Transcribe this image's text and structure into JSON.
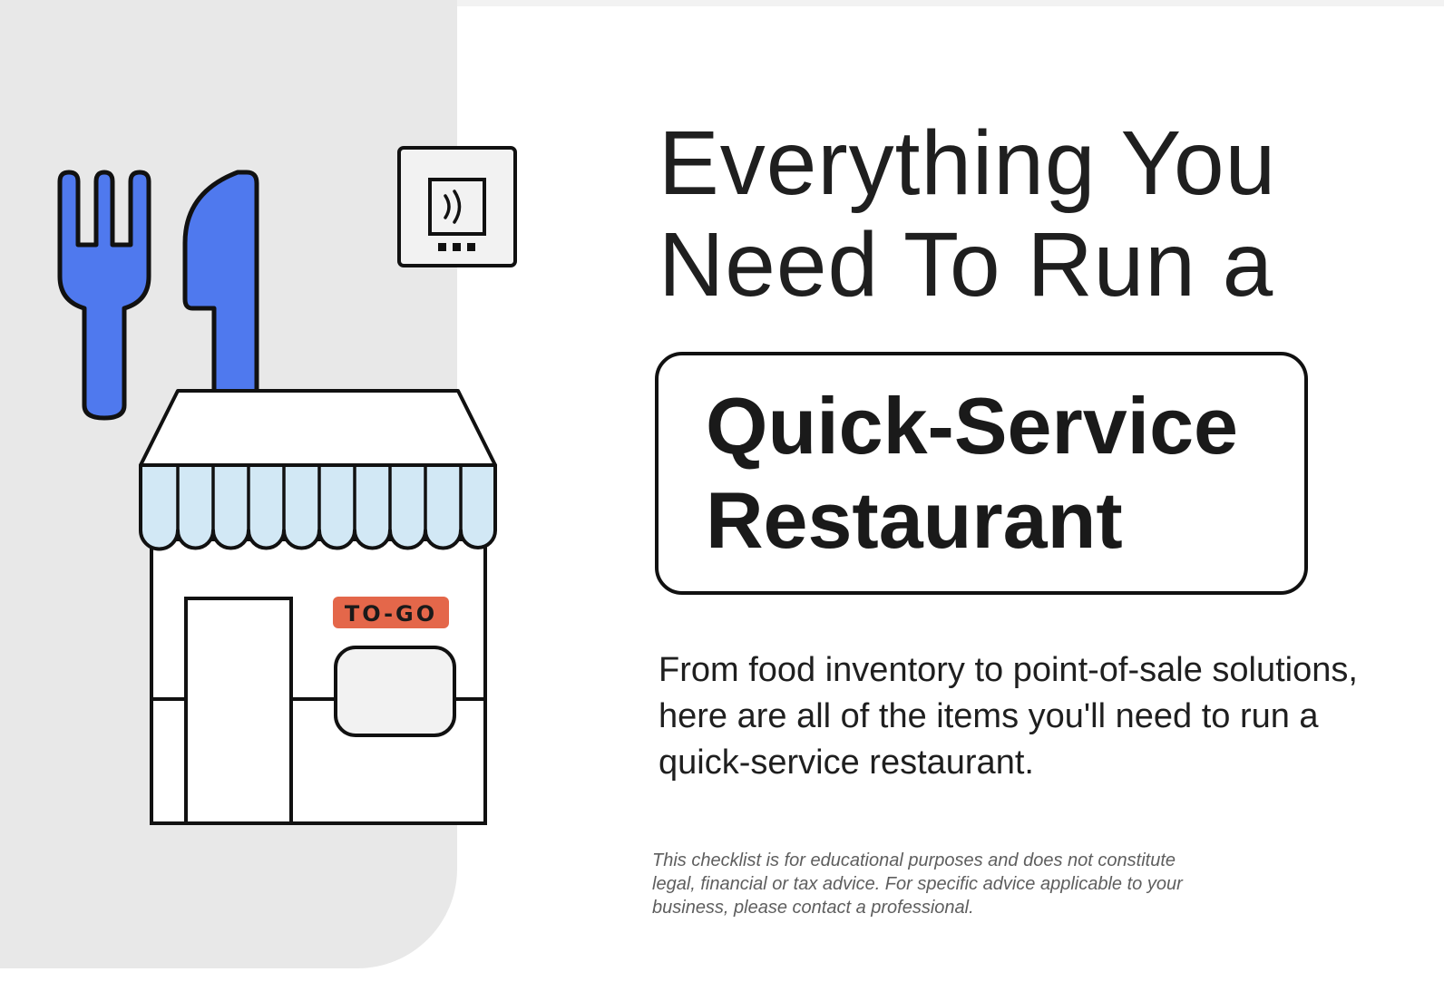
{
  "headline": {
    "line1": "Everything You",
    "line2": "Need To Run a"
  },
  "highlight": {
    "line1": "Quick-Service",
    "line2": "Restaurant"
  },
  "description": "From food inventory to point-of-sale solutions, here are all of the items you'll need to run a quick-service restaurant.",
  "disclaimer": "This checklist is for educational purposes and does not constitute legal, financial or tax advice. For specific advice applicable to your business, please contact a professional.",
  "storefront": {
    "sign_label": "TO-GO"
  },
  "icons": [
    "fork-icon",
    "knife-icon",
    "card-reader-icon",
    "storefront-icon"
  ],
  "colors": {
    "utensil_blue": "#4f79ee",
    "awning_blue": "#d2e8f5",
    "sign_orange": "#e4674a",
    "panel_gray": "#e8e8e8",
    "ink": "#111111"
  }
}
